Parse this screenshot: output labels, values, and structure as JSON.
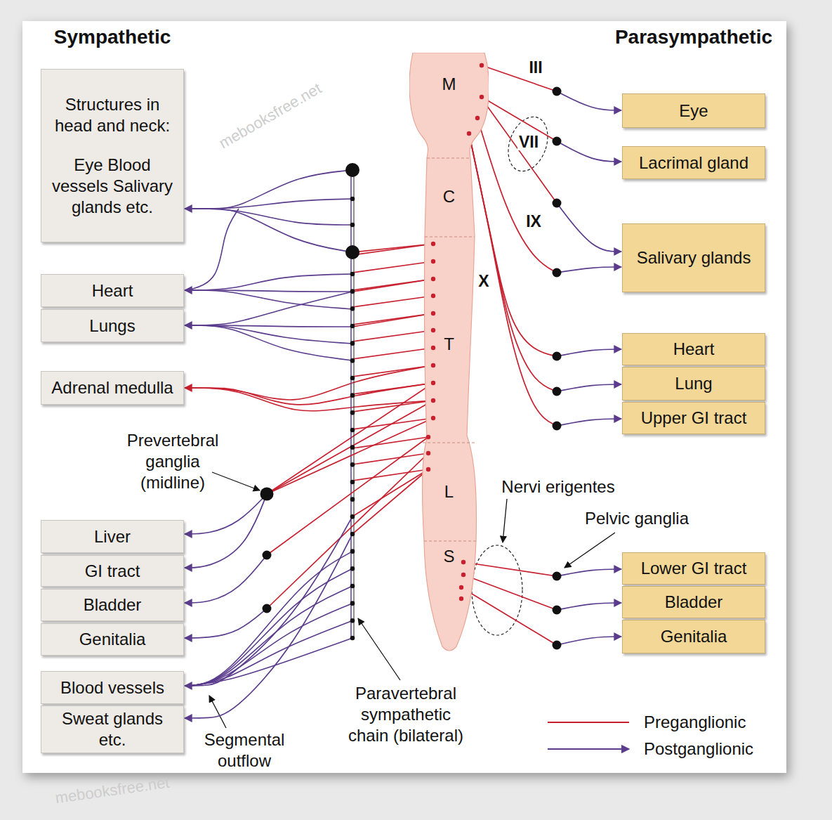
{
  "diagram": {
    "nodes": [
      {
        "text": [
          "Structures in head and neck:",
          "Eye Blood vessels Salivary glands etc."
        ]
      },
      {
        "text": [
          "Heart"
        ]
      },
      {
        "text": [
          "Lungs"
        ]
      },
      {
        "text": [
          "Adrenal medulla"
        ]
      },
      {
        "text": [
          "Liver"
        ]
      },
      {
        "text": [
          "GI tract"
        ]
      },
      {
        "text": [
          "Bladder"
        ]
      },
      {
        "text": [
          "Genitalia"
        ]
      },
      {
        "text": [
          "Blood vessels"
        ]
      },
      {
        "text": [
          "Sweat glands etc."
        ]
      },
      {
        "text": [
          "M",
          "C",
          "T",
          "L",
          "S"
        ]
      },
      {
        "text": [
          "Eye"
        ]
      },
      {
        "text": [
          "Lacrimal gland"
        ]
      },
      {
        "text": [
          "Salivary glands"
        ]
      },
      {
        "text": [
          "Heart"
        ]
      },
      {
        "text": [
          "Lung"
        ]
      },
      {
        "text": [
          "Upper GI tract"
        ]
      },
      {
        "text": [
          "Lower GI tract"
        ]
      },
      {
        "text": [
          "Bladder"
        ]
      },
      {
        "text": [
          "Genitalia"
        ]
      }
    ],
    "edges": [
      {
        "from": 10,
        "to": 0,
        "arrow": "to"
      },
      {
        "from": 10,
        "to": 1,
        "arrow": "to"
      },
      {
        "from": 10,
        "to": 2,
        "arrow": "to"
      },
      {
        "from": 10,
        "to": 3,
        "arrow": "to"
      },
      {
        "from": 10,
        "to": 4,
        "arrow": "to"
      },
      {
        "from": 10,
        "to": 5,
        "arrow": "to"
      },
      {
        "from": 10,
        "to": 6,
        "arrow": "to"
      },
      {
        "from": 10,
        "to": 7,
        "arrow": "to"
      },
      {
        "from": 10,
        "to": 8,
        "arrow": "to"
      },
      {
        "from": 10,
        "to": 9,
        "arrow": "to"
      },
      {
        "from": 10,
        "to": 11,
        "arrow": "to"
      },
      {
        "from": 10,
        "to": 12,
        "arrow": "to"
      },
      {
        "from": 10,
        "to": 13,
        "arrow": "to"
      },
      {
        "from": 10,
        "to": 13,
        "arrow": "to"
      },
      {
        "from": 10,
        "to": 14,
        "arrow": "to"
      },
      {
        "from": 10,
        "to": 15,
        "arrow": "to"
      },
      {
        "from": 10,
        "to": 16,
        "arrow": "to"
      },
      {
        "from": 10,
        "to": 17,
        "arrow": "to"
      },
      {
        "from": 10,
        "to": 18,
        "arrow": "to"
      },
      {
        "from": 10,
        "to": 19,
        "arrow": "to"
      }
    ],
    "labels": [
      "Sympathetic",
      "Parasympathetic",
      "III",
      "VII",
      "IX",
      "X",
      "Prevertebral ganglia (midline)",
      "Nervi erigentes",
      "Pelvic ganglia",
      "Segmental outflow",
      "Paravertebral sympathetic chain (bilateral)",
      "mebooksfree.net",
      "mebooksfree.net"
    ],
    "legend": [
      {
        "text": "Preganglionic"
      },
      {
        "text": "Postganglionic"
      }
    ]
  }
}
